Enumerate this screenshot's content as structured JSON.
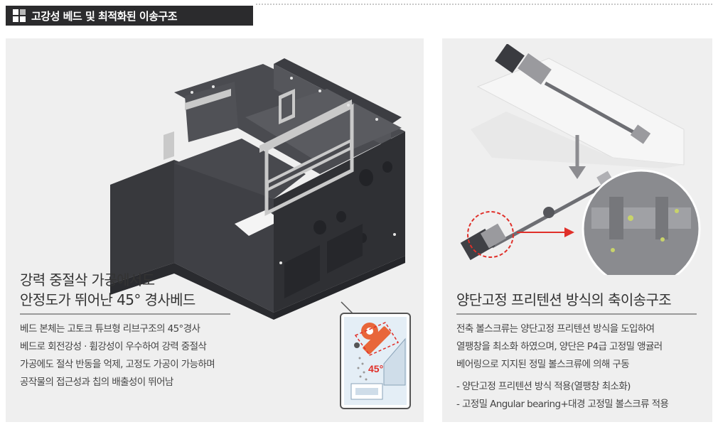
{
  "header": {
    "title": "고강성 베드 및 최적화된 이송구조"
  },
  "left": {
    "caption_line1": "강력 중절삭 가공에서도",
    "caption_line2": "안정도가 뛰어난 45° 경사베드",
    "body_lines": [
      "베드 본체는 고토크 튜브형 리브구조의 45°경사",
      "베드로 회전강성 · 휨강성이 우수하여 강력 중절삭",
      "가공에도 절삭 반동을 억제, 고정도 가공이 가능하며",
      "공작물의 접근성과 칩의 배출성이 뛰어남"
    ],
    "inset_label": "45°"
  },
  "right": {
    "caption": "양단고정 프리텐션 방식의 축이송구조",
    "body_lines": [
      "전축 볼스크류는 양단고정 프리텐션 방식을 도입하여",
      "열팽창을 최소화 하였으며, 양단은 P4급 고정밀 앵귤러",
      "베어링으로 지지된 정밀 볼스크류에 의해 구동"
    ],
    "bullets": [
      "- 양단고정 프리텐션 방식 적용(열팽창 최소화)",
      "- 고정밀 Angular bearing+대경 고정밀 볼스크류 적용"
    ]
  },
  "colors": {
    "header_bg": "#2b2b2d",
    "panel_bg": "#efefef",
    "accent_red": "#e0302a",
    "accent_orange": "#e8663a"
  }
}
